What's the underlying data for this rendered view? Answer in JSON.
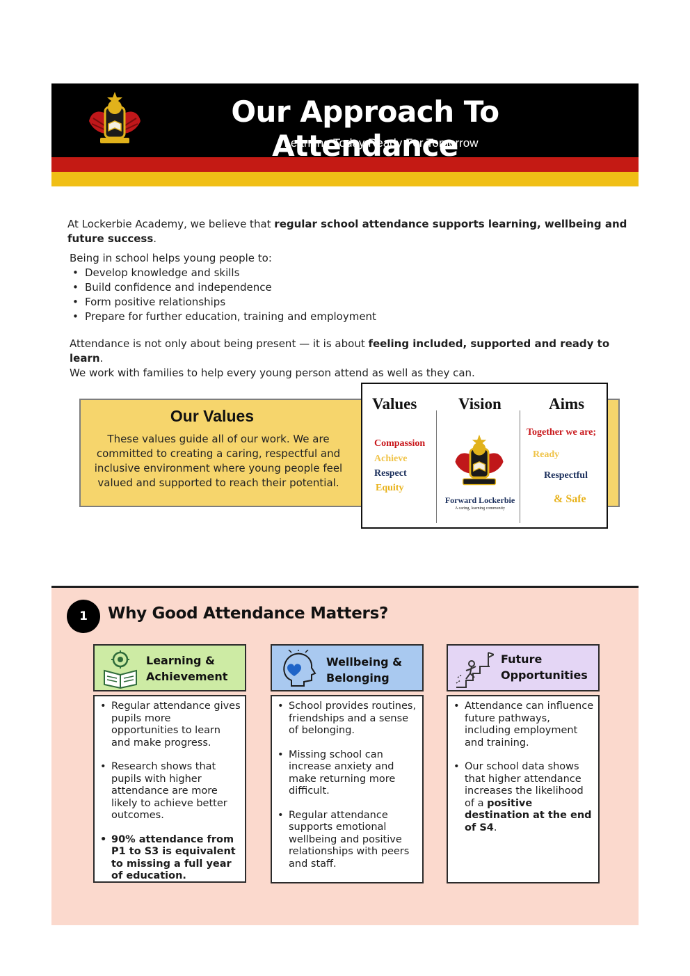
{
  "header": {
    "title": "Our Approach To Attendance",
    "subtitle": "Learning Today Ready For Tomorrow"
  },
  "intro": {
    "prefix": "At Lockerbie Academy, we believe that ",
    "bold": "regular school attendance supports learning, wellbeing and future success",
    "suffix": "."
  },
  "helps": {
    "lead": "Being in school helps young people to:",
    "items": [
      "Develop knowledge and skills",
      "Build confidence and independence",
      "Form positive relationships",
      "Prepare for further education, training and employment"
    ]
  },
  "attendance": {
    "prefix": "Attendance is not only about being present — it is about ",
    "bold": "feeling included, supported and ready to learn",
    "suffix": ".",
    "line2": "We work with families to help every young person attend as well as they can."
  },
  "values": {
    "title": "Our Values",
    "text": "These values guide all of our work. We are committed to creating a caring, respectful and inclusive environment where young people feel valued and supported to reach their potential."
  },
  "vva": {
    "values_heading": "Values",
    "vision_heading": "Vision",
    "aims_heading": "Aims",
    "values_words": [
      "Compassion",
      "Achieve",
      "Respect",
      "Equity"
    ],
    "vision_name": "Forward Lockerbie",
    "vision_tagline": "A caring, learning community",
    "aims_words": [
      "Together we are;",
      "Ready",
      "Respectful",
      "& Safe"
    ]
  },
  "section1": {
    "number": "1",
    "title": "Why Good Attendance Matters?",
    "cards": [
      {
        "heading": "Learning & Achievement",
        "heading_line1": "Learning &",
        "heading_line2": "Achievement",
        "icon": "learning-book-icon",
        "color": "#cdeba4",
        "bullets": [
          "Regular attendance gives pupils more opportunities to learn and make progress.",
          "Research shows that pupils with higher attendance are more likely to achieve better outcomes.",
          "90% attendance from P1 to S3 is equivalent to missing a full year of education."
        ]
      },
      {
        "heading": "Wellbeing & Belonging",
        "heading_line1": "Wellbeing &",
        "heading_line2": "Belonging",
        "icon": "head-heart-icon",
        "color": "#a9c9f0",
        "bullets": [
          "School provides routines, friendships and a sense of belonging.",
          "Missing school can increase anxiety and make returning more difficult.",
          "Regular attendance supports emotional wellbeing and positive relationships with peers and staff."
        ]
      },
      {
        "heading": "Future Opportunities",
        "heading_line1": "Future",
        "heading_line2": "Opportunities",
        "icon": "stairs-flag-icon",
        "color": "#e4d6f5",
        "bullets": [
          "Attendance can influence future pathways, including employment and training."
        ],
        "bullet2_prefix": "Our school data shows that higher attendance increases the likelihood of a ",
        "bullet2_bold": "positive destination at the end of S4",
        "bullet2_suffix": "."
      }
    ]
  },
  "colors": {
    "banner": "#000000",
    "red_band": "#c41a14",
    "yellow_band": "#f0bf16",
    "values_box": "#f6d56c",
    "section_bg": "#fbd9cd"
  }
}
